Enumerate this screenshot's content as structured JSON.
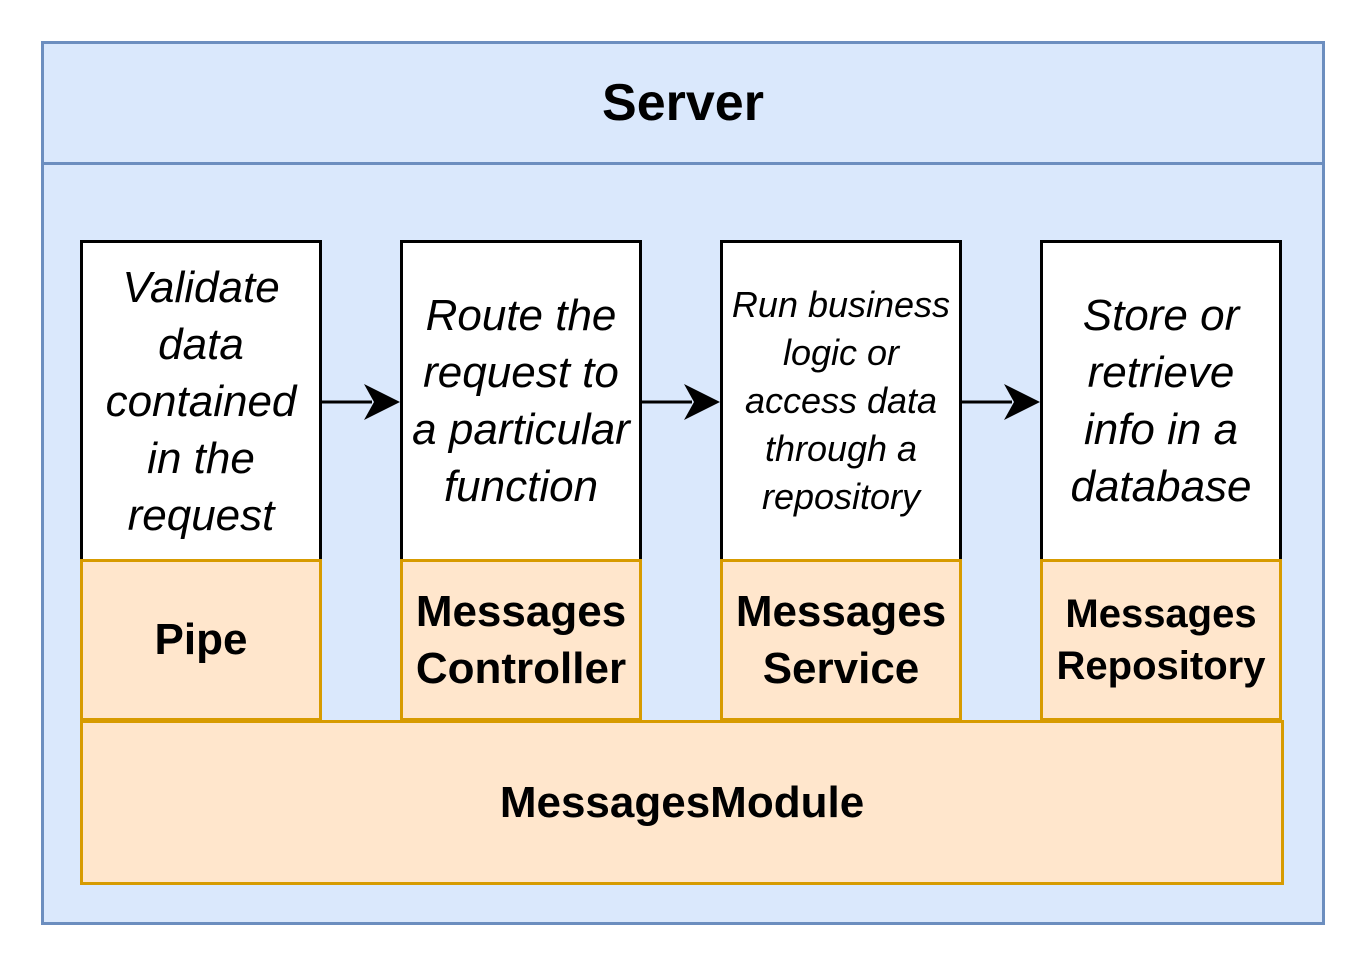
{
  "server": {
    "title": "Server"
  },
  "steps": [
    {
      "description": "Validate data contained in the request",
      "component": "Pipe"
    },
    {
      "description": "Route the request to a particular function",
      "component": "Messages Controller"
    },
    {
      "description": "Run business logic or access data through a repository",
      "component": "Messages Service"
    },
    {
      "description": "Store or retrieve info in a database",
      "component": "Messages Repository"
    }
  ],
  "module": {
    "label": "MessagesModule"
  },
  "colors": {
    "server_fill": "#dae8fc",
    "server_stroke": "#6c8ebf",
    "component_fill": "#ffe6cc",
    "component_stroke": "#d79b00"
  }
}
